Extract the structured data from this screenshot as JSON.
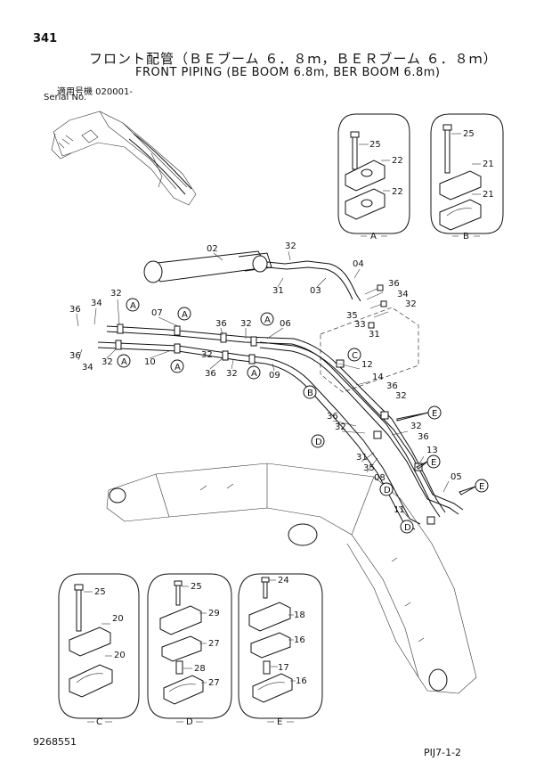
{
  "page_number": "341",
  "title_jp": "フロント配管（ＢＥブーム ６．８ｍ，ＢＥＲブーム ６．８ｍ）",
  "title_en": "FRONT PIPING (BE BOOM 6.8m, BER BOOM 6.8m)",
  "serial_label_jp": "適用号機 020001-",
  "serial_label_en": "Serial No.",
  "document_number": "9268551",
  "page_code": "PIJ7-1-2",
  "detail_views": [
    {
      "label": "A",
      "parts": [
        "25",
        "22",
        "22"
      ]
    },
    {
      "label": "B",
      "parts": [
        "25",
        "21",
        "21"
      ]
    },
    {
      "label": "C",
      "parts": [
        "25",
        "20",
        "20"
      ]
    },
    {
      "label": "D",
      "parts": [
        "25",
        "29",
        "27",
        "28",
        "27"
      ]
    },
    {
      "label": "E",
      "parts": [
        "24",
        "18",
        "16",
        "17",
        "16"
      ]
    }
  ],
  "callouts": {
    "c01": "02",
    "c02": "32",
    "c03": "04",
    "c04": "31",
    "c05": "03",
    "c06": "36",
    "c07": "34",
    "c08": "32",
    "c09": "35",
    "c10": "33",
    "c11": "31",
    "c12": "32",
    "c13": "36",
    "c14": "34",
    "c15": "07",
    "c16": "36",
    "c17": "32",
    "c18": "06",
    "c19": "32",
    "c20": "36",
    "c21": "34",
    "c22": "10",
    "c23": "36",
    "c24": "32",
    "c25": "09",
    "c26": "12",
    "c27": "14",
    "c28": "36",
    "c29": "32",
    "c30": "36",
    "c31": "32",
    "c32": "32",
    "c33": "36",
    "c34": "31",
    "c35": "35",
    "c36": "13",
    "c37": "08",
    "c38": "05",
    "c39": "11",
    "c40": "32"
  },
  "markers": {
    "m01": "A",
    "m02": "A",
    "m03": "A",
    "m04": "A",
    "m05": "A",
    "m06": "A",
    "m07": "C",
    "m08": "B",
    "m09": "E",
    "m10": "D",
    "m11": "E",
    "m12": "D",
    "m13": "E",
    "m14": "D"
  }
}
